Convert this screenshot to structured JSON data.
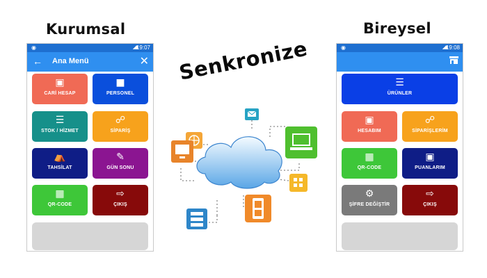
{
  "left": {
    "heading": "Kurumsal",
    "status_time": "19:07",
    "title": "Ana Menü",
    "tiles": [
      {
        "label": "CARİ HESAP",
        "icon": "wallet-icon",
        "color": "#f06a55"
      },
      {
        "label": "PERSONEL",
        "icon": "person-badge-icon",
        "color": "#0a4fdc"
      },
      {
        "label": "STOK / HİZMET",
        "icon": "list-icon",
        "color": "#16908a"
      },
      {
        "label": "SİPARİŞ",
        "icon": "cart-icon",
        "color": "#f7a21c"
      },
      {
        "label": "TAHSİLAT",
        "icon": "bank-icon",
        "color": "#0f1d86"
      },
      {
        "label": "GÜN SONU",
        "icon": "clipboard-icon",
        "color": "#8b1591"
      },
      {
        "label": "QR-CODE",
        "icon": "qr-code-icon",
        "color": "#3ec739"
      },
      {
        "label": "ÇIKIŞ",
        "icon": "exit-icon",
        "color": "#870a0a"
      }
    ]
  },
  "right": {
    "heading": "Bireysel",
    "status_time": "19:08",
    "tiles": [
      {
        "label": "ÜRÜNLER",
        "icon": "list-icon",
        "color": "#0a3fe6"
      },
      {
        "label": "HESABIM",
        "icon": "wallet-icon",
        "color": "#f06a55"
      },
      {
        "label": "SİPARİŞLERİM",
        "icon": "cart-icon",
        "color": "#f7a21c"
      },
      {
        "label": "QR-CODE",
        "icon": "qr-code-icon",
        "color": "#3ec739"
      },
      {
        "label": "PUANLARIM",
        "icon": "briefcase-icon",
        "color": "#0f1d86"
      },
      {
        "label": "ŞİFRE DEĞİŞTİR",
        "icon": "gear-icon",
        "color": "#7a7a7a"
      },
      {
        "label": "ÇIKIŞ",
        "icon": "exit-icon",
        "color": "#870a0a"
      }
    ]
  },
  "center": {
    "title": "Senkronize"
  }
}
